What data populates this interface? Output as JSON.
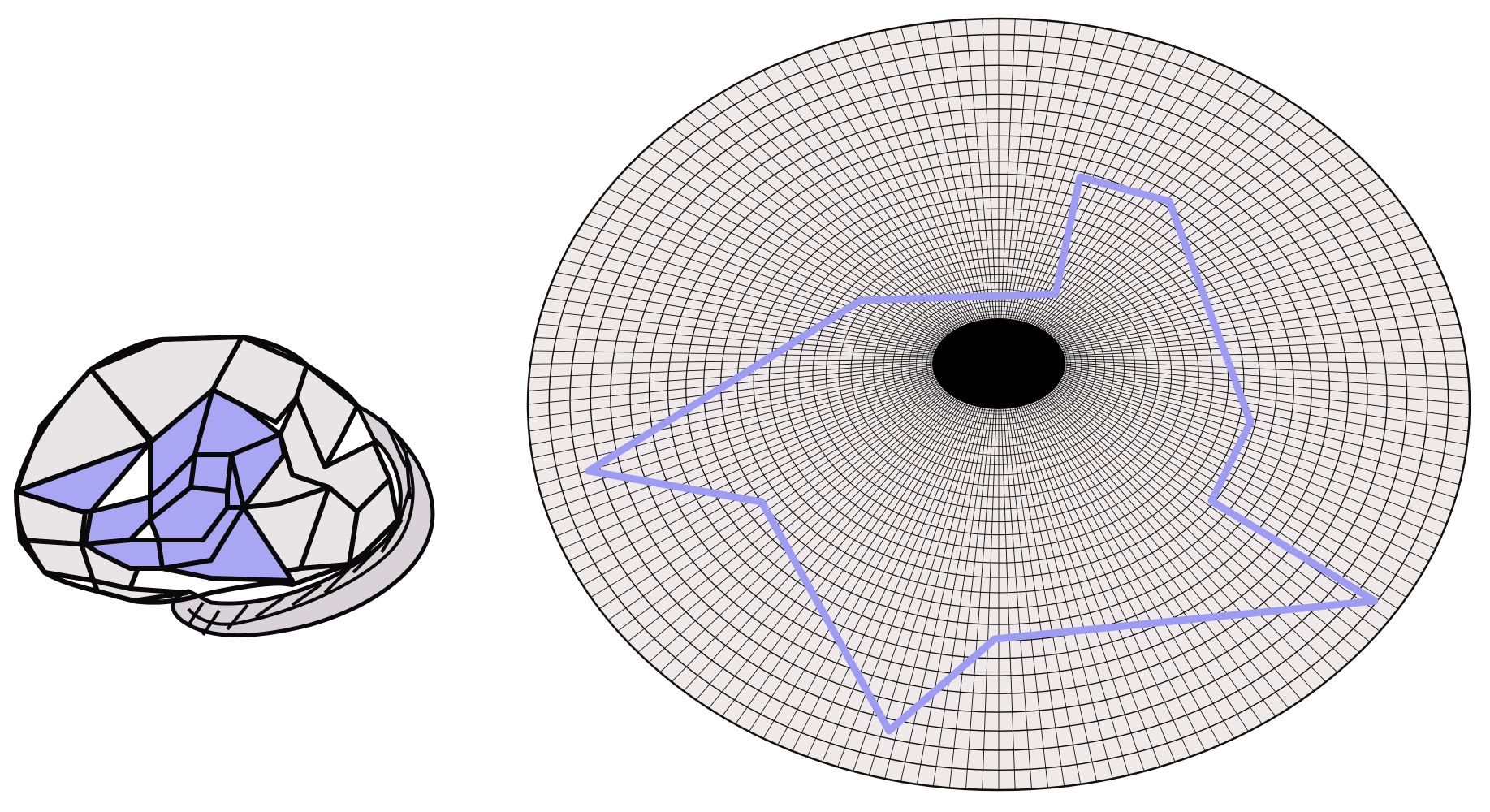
{
  "figure": {
    "background": "#ffffff",
    "panels": [
      {
        "id": "polyhedral-mesh",
        "kind": "3d-quad-mesh",
        "face_color": "#e9e4e6",
        "side_face_color": "#d9d2d8",
        "highlight_color": "#a9a6f4",
        "edge_color": "#0a0a0a"
      },
      {
        "id": "flattened-disk",
        "kind": "radial-grid-disk",
        "fill_color": "#efe9ea",
        "grid_color": "#111111",
        "hole_color": "#000000",
        "curve_color": "#9c9cf2",
        "rings": 30,
        "spokes": 180
      }
    ]
  }
}
